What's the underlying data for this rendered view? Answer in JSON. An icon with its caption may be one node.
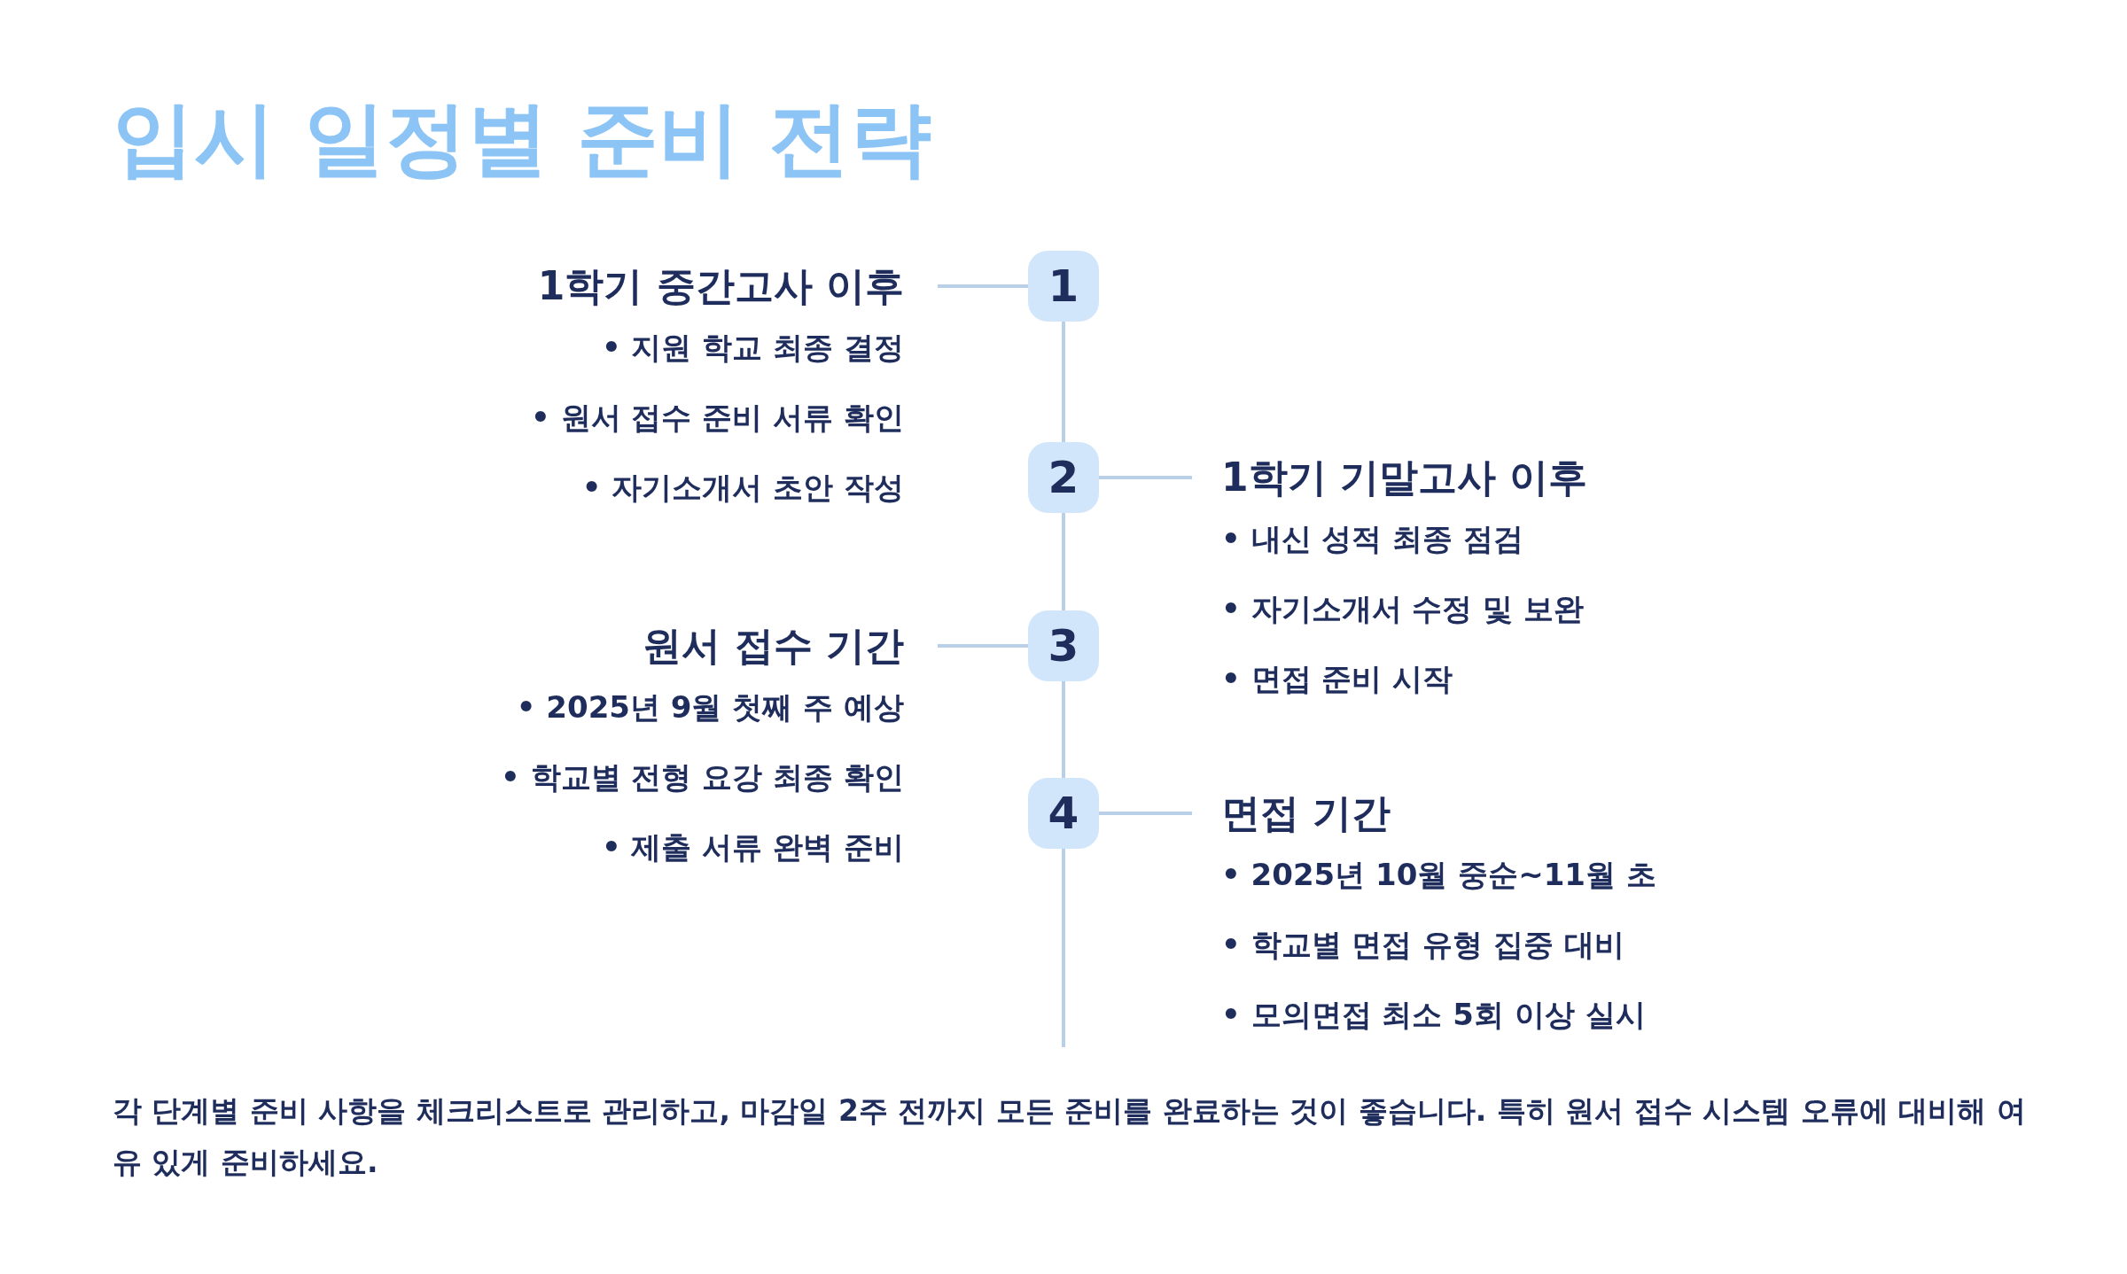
{
  "diagram": {
    "title": "입시 일정별 준비 전략",
    "nodes": [
      {
        "text": [
          "1"
        ]
      },
      {
        "text": [
          "2"
        ]
      },
      {
        "text": [
          "3"
        ]
      },
      {
        "text": [
          "4"
        ]
      },
      {
        "text": [
          "1학기 중간고사 이후",
          "• 지원 학교 최종 결정",
          "• 원서 접수 준비 서류 확인",
          "• 자기소개서 초안 작성"
        ]
      },
      {
        "text": [
          "1학기 기말고사 이후",
          "• 내신 성적 최종 점검",
          "• 자기소개서 수정 및 보완",
          "• 면접 준비 시작"
        ]
      },
      {
        "text": [
          "원서 접수 기간",
          "• 2025년 9월 첫째 주 예상",
          "• 학교별 전형 요강 최종 확인",
          "• 제출 서류 완벽 준비"
        ]
      },
      {
        "text": [
          "면접 기간",
          "• 2025년 10월 중순~11월 초",
          "• 학교별 면접 유형 집중 대비",
          "• 모의면접 최소 5회 이상 실시"
        ]
      }
    ],
    "edges": [
      {
        "from": 0,
        "to": 1,
        "arrow": "none"
      },
      {
        "from": 1,
        "to": 2,
        "arrow": "none"
      },
      {
        "from": 2,
        "to": 3,
        "arrow": "none"
      },
      {
        "from": 3,
        "to": null,
        "arrow": "none"
      },
      {
        "from": 4,
        "to": 0,
        "arrow": "none"
      },
      {
        "from": 1,
        "to": 5,
        "arrow": "none"
      },
      {
        "from": 6,
        "to": 2,
        "arrow": "none"
      },
      {
        "from": 3,
        "to": 7,
        "arrow": "none"
      }
    ],
    "caption": "각 단계별 준비 사항을 체크리스트로 관리하고, 마감일 2주 전까지 모든 준비를 완료하는 것이 좋습니다. 특히 원서 접수 시스템 오류에 대비해 여유 있게 준비하세요."
  }
}
